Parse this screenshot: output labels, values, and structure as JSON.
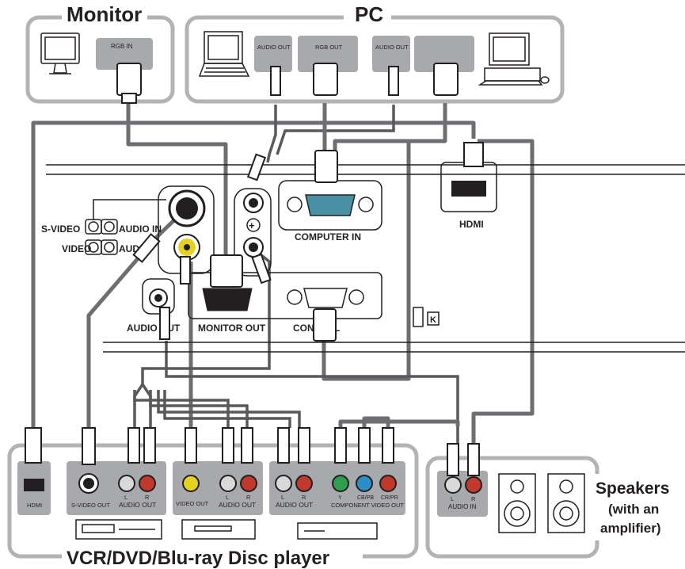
{
  "groups": {
    "monitor": "Monitor",
    "pc": "PC",
    "speakers": [
      "Speakers",
      "(with an",
      "amplifier)"
    ],
    "player": "VCR/DVD/Blu-ray Disc player"
  },
  "device_ports": {
    "monitor_rgb_in": "RGB IN",
    "pc_audio_out_1": "AUDIO OUT",
    "pc_rgb_out": "RGB OUT",
    "pc_audio_out_2": "AUDIO OUT"
  },
  "projector_ports": {
    "s_video": "S-VIDEO",
    "video": "VIDEO",
    "audio_in_1": "AUDIO IN",
    "audio_in_2": "AUDIO",
    "computer_in": "COMPUTER IN",
    "hdmi": "HDMI",
    "audio_out": "AUDIO OUT",
    "monitor_out": "MONITOR OUT",
    "control": "CONTROL"
  },
  "player_ports": {
    "hdmi": "HDMI",
    "s_video_out": "S-VIDEO OUT",
    "l": "L",
    "r": "R",
    "audio_out": "AUDIO OUT",
    "video_out": "VIDEO OUT",
    "y": "Y",
    "cb_pb": "CB/PB",
    "cr_pr": "CR/PR",
    "component_video_out": "COMPONENT VIDEO OUT"
  },
  "speaker_ports": {
    "l": "L",
    "r": "R",
    "audio_in": "AUDIO IN"
  },
  "colors": {
    "cable": "#6d6e71",
    "frame": "#b3b3b3",
    "panel": "#a7a9ac",
    "red_jack": "#c0392b",
    "white_jack": "#d9d9d9",
    "yellow_jack": "#e6d21e",
    "green_jack": "#2e9e4f",
    "blue_jack": "#2a8fc7",
    "rgb_port": "#4a90a4"
  }
}
